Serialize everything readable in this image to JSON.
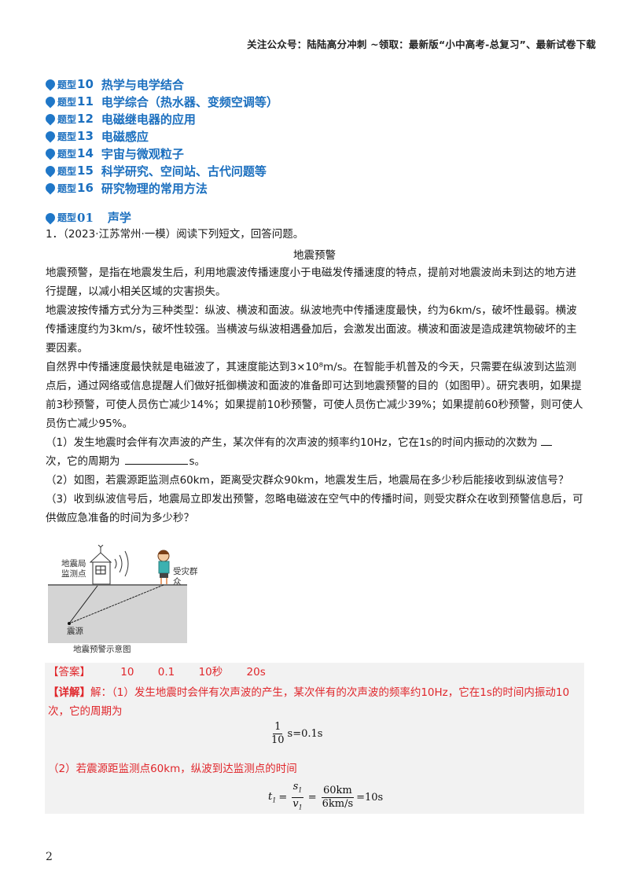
{
  "header": {
    "promo": "关注公众号：陆陆高分冲刺  ~领取：最新版“小中高考-总复习”、最新试卷下载"
  },
  "toc": {
    "items": [
      {
        "label": "题型",
        "num": "10",
        "title": "热学与电学结合"
      },
      {
        "label": "题型",
        "num": "11",
        "title": "电学综合（热水器、变频空调等）"
      },
      {
        "label": "题型",
        "num": "12",
        "title": "电磁继电器的应用"
      },
      {
        "label": "题型",
        "num": "13",
        "title": "电磁感应"
      },
      {
        "label": "题型",
        "num": "14",
        "title": "宇宙与微观粒子"
      },
      {
        "label": "题型",
        "num": "15",
        "title": "科学研究、空间站、古代问题等"
      },
      {
        "label": "题型",
        "num": "16",
        "title": "研究物理的常用方法"
      }
    ]
  },
  "section": {
    "label": "题型",
    "num": "01",
    "title": "声学"
  },
  "question": {
    "intro": "1．（2023·江苏常州·一模）阅读下列短文，回答问题。",
    "article_title": "地震预警",
    "paragraphs": [
      "地震预警，是指在地震发生后，利用地震波传播速度小于电磁发传播速度的特点，提前对地震波尚未到达的地方进行提醒，以减小相关区域的灾害损失。",
      "地震波按传播方式分为三种类型：纵波、横波和面波。纵波地壳中传播速度最快，约为6km/s，破坏性最弱。横波传播速度约为3km/s，破坏性较强。当横波与纵波相遇叠加后，会激发出面波。横波和面波是造成建筑物破坏的主要因素。",
      "自然界中传播速度最快就是电磁波了，其速度能达到3×10⁸m/s。在智能手机普及的今天，只需要在纵波到达监测点后，通过网络或信息提醒人们做好抵御横波和面波的准备即可达到地震预警的目的（如图甲）。研究表明，如果提前3秒预警，可使人员伤亡减少14%；如果提前10秒预警，可使人员伤亡减少39%；如果提前60秒预警，则可使人员伤亡减少95%。"
    ],
    "sub1_a": "（1）发生地震时会伴有次声波的产生，某次伴有的次声波的频率约10Hz，它在1s的时间内振动的次数为",
    "sub1_b": "次，它的周期为",
    "sub1_c": "s。",
    "sub2": "（2）如图，若震源距监测点60km，距离受灾群众90km，地震发生后，地震局在多少秒后能接收到纵波信号？",
    "sub3": "（3）收到纵波信号后，地震局立即发出预警，忽略电磁波在空气中的传播时间，则受灾群众在收到预警信息后，可供做应急准备的时间为多少秒？"
  },
  "figure": {
    "station_label_1": "地震局",
    "station_label_2": "监测点",
    "people_label": "受灾群众",
    "source_label": "震源",
    "caption": "地震预警示意图"
  },
  "answer": {
    "label": "【答案】",
    "values": [
      "10",
      "0.1",
      "10秒",
      "20s"
    ],
    "detail_label": "【详解】",
    "detail_1": "解：（1）发生地震时会伴有次声波的产生，某次伴有的次声波的频率约10Hz，它在1s的时间内振动10次，它的周期为",
    "formula_1": {
      "num": "1",
      "den": "10",
      "rest": "s=0.1s"
    },
    "detail_2": "（2）若震源距监测点60km，纵波到达监测点的时间",
    "formula_2": {
      "lhs": "t",
      "lhs_sub": "1",
      "s": "s",
      "s_sub": "1",
      "v": "v",
      "v_sub": "1",
      "num2": "60km",
      "den2": "6km/s",
      "result": "=10s"
    }
  },
  "footer": {
    "page_number": "2"
  },
  "colors": {
    "heading_blue": "#1b6fbf",
    "answer_red": "#e0262b",
    "answer_bg": "#f2f2f2"
  }
}
